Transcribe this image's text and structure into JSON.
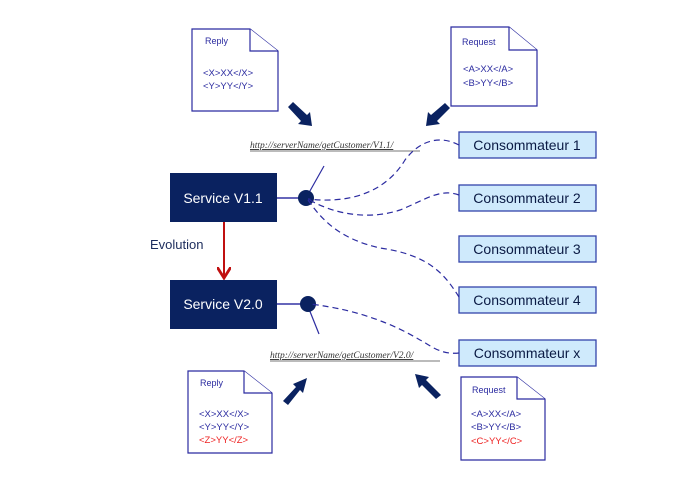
{
  "services": [
    {
      "id": "v11",
      "label": "Service V1.1"
    },
    {
      "id": "v20",
      "label": "Service V2.0"
    }
  ],
  "evolution": {
    "label": "Evolution"
  },
  "endpoints": [
    {
      "id": "v11",
      "url": "http://serverName/getCustomer/V1.1/"
    },
    {
      "id": "v20",
      "url": "http://serverName/getCustomer/V2.0/"
    }
  ],
  "consumers": [
    {
      "label": "Consommateur 1",
      "connected_to": "v11"
    },
    {
      "label": "Consommateur 2",
      "connected_to": "v11"
    },
    {
      "label": "Consommateur 3",
      "connected_to": null
    },
    {
      "label": "Consommateur 4",
      "connected_to": "v11"
    },
    {
      "label": "Consommateur x",
      "connected_to": "v20"
    }
  ],
  "documents": {
    "reply_v11": {
      "title": "Reply",
      "lines": [
        {
          "text": "<X>XX</X>",
          "new": false
        },
        {
          "text": "<Y>YY</Y>",
          "new": false
        }
      ]
    },
    "request_v11": {
      "title": "Request",
      "lines": [
        {
          "text": "<A>XX</A>",
          "new": false
        },
        {
          "text": "<B>YY</B>",
          "new": false
        }
      ]
    },
    "reply_v20": {
      "title": "Reply",
      "lines": [
        {
          "text": "<X>XX</X>",
          "new": false
        },
        {
          "text": "<Y>YY</Y>",
          "new": false
        },
        {
          "text": "<Z>YY</Z>",
          "new": true
        }
      ]
    },
    "request_v20": {
      "title": "Request",
      "lines": [
        {
          "text": "<A>XX</A>",
          "new": false
        },
        {
          "text": "<B>YY</B>",
          "new": false
        },
        {
          "text": "<C>YY</C>",
          "new": true
        }
      ]
    }
  },
  "colors": {
    "service_fill": "#0a2260",
    "consumer_fill": "#cfeafc",
    "document_stroke": "#2b2ba0",
    "new_field": "#ee2222",
    "evolution_arrow": "#c01010"
  }
}
